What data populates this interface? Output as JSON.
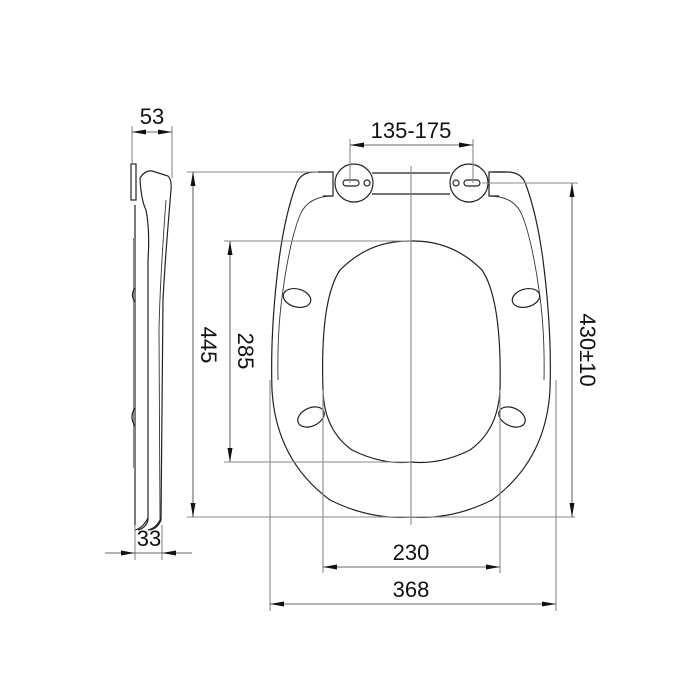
{
  "drawing": {
    "type": "technical-drawing",
    "subject": "toilet seat dimensions",
    "views": [
      "side-view",
      "top-view"
    ],
    "line_color": "#222222",
    "dimension_line_color": "#6a6a6a",
    "background": "#ffffff"
  },
  "dimensions": {
    "side_width_top": "53",
    "side_width_bottom": "33",
    "overall_length": "445",
    "opening_length": "285",
    "hinge_spacing": "135-175",
    "hinge_to_front": "430±10",
    "opening_width": "230",
    "overall_width": "368"
  }
}
